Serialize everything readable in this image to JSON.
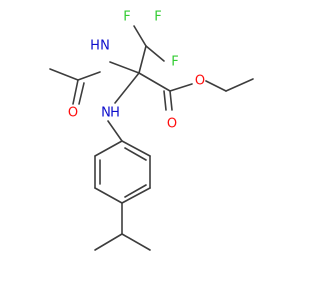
{
  "molecule": {
    "atoms": {
      "f1": {
        "symbol": "F",
        "color": "#33cc33"
      },
      "f2": {
        "symbol": "F",
        "color": "#33cc33"
      },
      "f3": {
        "symbol": "F",
        "color": "#33cc33"
      },
      "nh_amide": {
        "symbol": "H",
        "color": "#0d0dcc"
      },
      "n_amide": {
        "symbol": "N",
        "color": "#0d0dcc"
      },
      "o_amide": {
        "symbol": "O",
        "color": "#ff0d0d"
      },
      "n_amine": {
        "symbol": "N",
        "color": "#0d0dcc"
      },
      "nh_amine": {
        "symbol": "H",
        "color": "#0d0dcc"
      },
      "o_carbonyl": {
        "symbol": "O",
        "color": "#ff0d0d"
      },
      "o_ester": {
        "symbol": "O",
        "color": "#ff0d0d"
      }
    },
    "bond_color": "#3d3d3d"
  }
}
